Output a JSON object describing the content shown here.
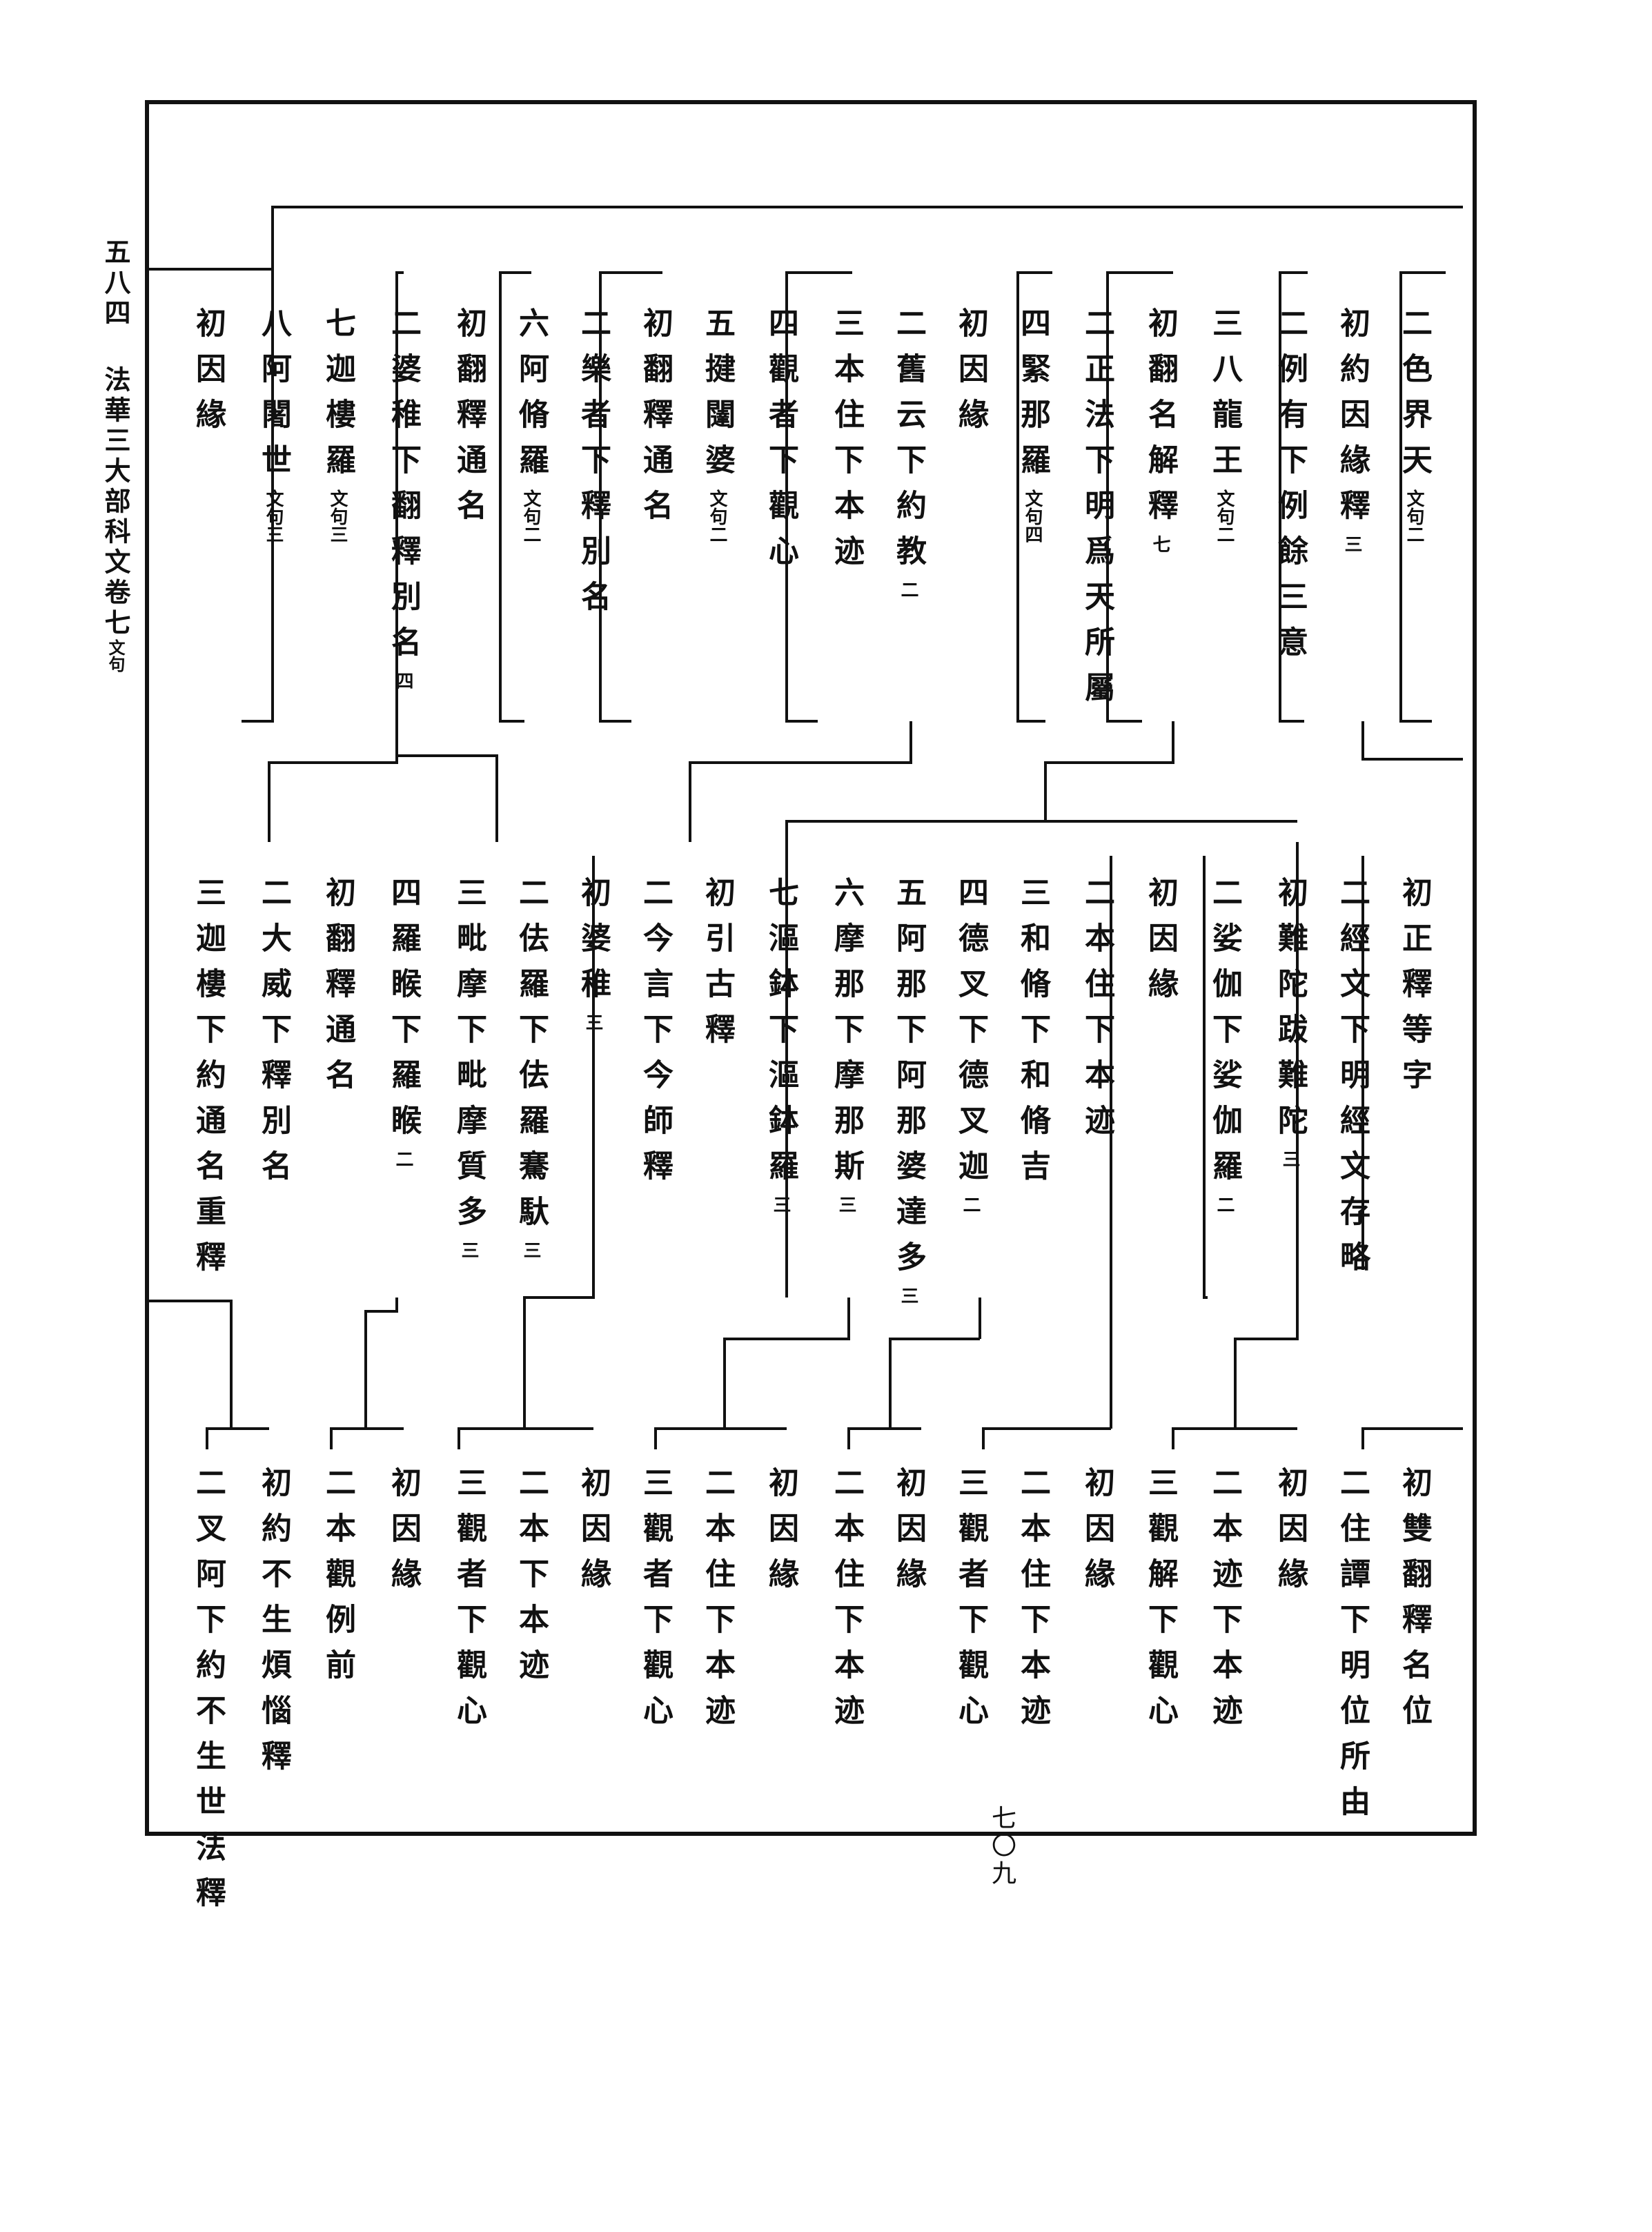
{
  "margin": {
    "page_no": "五八四",
    "title": "法華三大部科文卷七",
    "title_note": "文句"
  },
  "page_number": "七〇九",
  "row1": [
    {
      "t": "二色界天",
      "n": "文句二"
    },
    {
      "t": "初約因緣釋",
      "n": "三"
    },
    {
      "t": "二例有下例餘三意",
      "n": ""
    },
    {
      "t": "三八龍王",
      "n": "文句二"
    },
    {
      "t": "初翻名解釋",
      "n": "七"
    },
    {
      "t": "二正法下明爲天所屬",
      "n": ""
    },
    {
      "t": "四緊那羅",
      "n": "文句四"
    },
    {
      "t": "初因緣",
      "n": ""
    },
    {
      "t": "二舊云下約教",
      "n": "二"
    },
    {
      "t": "三本住下本迹",
      "n": ""
    },
    {
      "t": "四觀者下觀心",
      "n": ""
    },
    {
      "t": "五揵闥婆",
      "n": "文句二"
    },
    {
      "t": "初翻釋通名",
      "n": ""
    },
    {
      "t": "二樂者下釋別名",
      "n": ""
    },
    {
      "t": "六阿脩羅",
      "n": "文句二"
    },
    {
      "t": "初翻釋通名",
      "n": ""
    },
    {
      "t": "二婆稚下翻釋別名",
      "n": "四"
    },
    {
      "t": "七迦樓羅",
      "n": "文句三"
    },
    {
      "t": "八阿闍世",
      "n": "文句三"
    },
    {
      "t": "初因緣",
      "n": ""
    }
  ],
  "row2": [
    {
      "t": "初正釋等字",
      "n": ""
    },
    {
      "t": "二經文下明經文存略",
      "n": ""
    },
    {
      "t": "初難陀跋難陀",
      "n": "三"
    },
    {
      "t": "二娑伽下娑伽羅",
      "n": "二"
    },
    {
      "t": "初因緣",
      "n": ""
    },
    {
      "t": "二本住下本迹",
      "n": ""
    },
    {
      "t": "三和脩下和脩吉",
      "n": ""
    },
    {
      "t": "四德叉下德叉迦",
      "n": "二"
    },
    {
      "t": "五阿那下阿那婆達多",
      "n": "三"
    },
    {
      "t": "六摩那下摩那斯",
      "n": "三"
    },
    {
      "t": "七漚鉢下漚鉢羅",
      "n": "三"
    },
    {
      "t": "初引古釋",
      "n": ""
    },
    {
      "t": "二今言下今師釋",
      "n": ""
    },
    {
      "t": "初婆稚",
      "n": "三"
    },
    {
      "t": "二佉羅下佉羅騫馱",
      "n": "三"
    },
    {
      "t": "三毗摩下毗摩質多",
      "n": "三"
    },
    {
      "t": "四羅睺下羅睺",
      "n": "二"
    },
    {
      "t": "初翻釋通名",
      "n": ""
    },
    {
      "t": "二大威下釋別名",
      "n": ""
    },
    {
      "t": "三迦樓下約通名重釋",
      "n": ""
    }
  ],
  "row3": [
    {
      "t": "初雙翻釋名位",
      "n": ""
    },
    {
      "t": "二住譚下明位所由",
      "n": ""
    },
    {
      "t": "初因緣",
      "n": ""
    },
    {
      "t": "二本迹下本迹",
      "n": ""
    },
    {
      "t": "三觀解下觀心",
      "n": ""
    },
    {
      "t": "初因緣",
      "n": ""
    },
    {
      "t": "二本住下本迹",
      "n": ""
    },
    {
      "t": "三觀者下觀心",
      "n": ""
    },
    {
      "t": "初因緣",
      "n": ""
    },
    {
      "t": "二本住下本迹",
      "n": ""
    },
    {
      "t": "初因緣",
      "n": ""
    },
    {
      "t": "二本住下本迹",
      "n": ""
    },
    {
      "t": "三觀者下觀心",
      "n": ""
    },
    {
      "t": "初因緣",
      "n": ""
    },
    {
      "t": "二本下本迹",
      "n": ""
    },
    {
      "t": "三觀者下觀心",
      "n": ""
    },
    {
      "t": "初因緣",
      "n": ""
    },
    {
      "t": "二本觀例前",
      "n": ""
    },
    {
      "t": "初約不生煩惱釋",
      "n": ""
    },
    {
      "t": "二叉阿下約不生世法釋",
      "n": ""
    }
  ]
}
